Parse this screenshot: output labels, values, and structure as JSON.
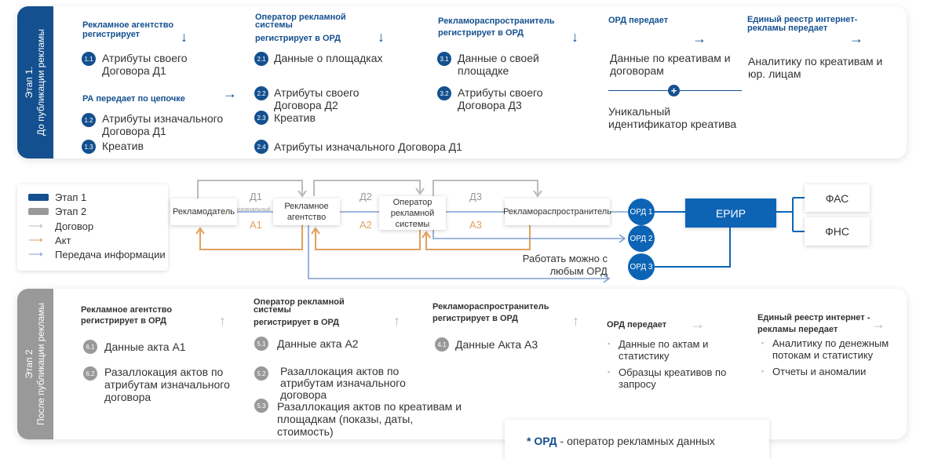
{
  "stage1": {
    "band": [
      "Этап 1.",
      "До публикации рекламы"
    ],
    "col1": {
      "heading": "Рекламное агентство регистрирует",
      "items": [
        {
          "num": "1.1",
          "text": "Атрибуты своего Договора Д1"
        },
        {
          "num": "1.2",
          "text": "Атрибуты изначального Договора Д1"
        },
        {
          "num": "1.3",
          "text": "Креатив"
        }
      ],
      "subheading": "РА передает по цепочке"
    },
    "col2": {
      "heading": "Оператор рекламной системы",
      "heading2": "регистрирует в ОРД",
      "items": [
        {
          "num": "2.1",
          "text": "Данные о площадках"
        },
        {
          "num": "2.2",
          "text": "Атрибуты своего Договора Д2"
        },
        {
          "num": "2.3",
          "text": "Креатив"
        },
        {
          "num": "2.4",
          "text": "Атрибуты изначального Договора Д1"
        }
      ]
    },
    "col3": {
      "heading": "Рекламораспространитель регистрирует в ОРД",
      "items": [
        {
          "num": "3.1",
          "text": "Данные о своей площадке"
        },
        {
          "num": "3.2",
          "text": "Атрибуты своего Договора Д3"
        }
      ]
    },
    "col4": {
      "heading": "ОРД передает",
      "text1": "Данные по креативам и договорам",
      "text2": "Уникальный идентификатор креатива"
    },
    "col5": {
      "heading": "Единый реестр интернет-рекламы передает",
      "text": "Аналитику по креативам и юр. лицам"
    }
  },
  "legend": {
    "items": [
      "Этап 1",
      "Этап 2",
      "Договор",
      "Акт",
      "Передача информации"
    ]
  },
  "flow": {
    "advertiser": "Рекламодатель",
    "agency": "Рекламное агентство",
    "operator": "Оператор рекламной системы",
    "distributor": "Рекламораспространитель",
    "d1": "Д1",
    "d1_note": "изначальный",
    "d2": "Д2",
    "d3": "Д3",
    "a1": "А1",
    "a2": "А2",
    "a3": "А3",
    "ord1": "ОРД 1",
    "ord2": "ОРД 2",
    "ord3": "ОРД 3",
    "erir": "ЕРИР",
    "fas": "ФАС",
    "fns": "ФНС",
    "note": "Работать можно с любым ОРД"
  },
  "stage2": {
    "band": [
      "Этап 2",
      "После публикации рекламы"
    ],
    "col1": {
      "heading": "Рекламное агентство регистрирует в ОРД",
      "items": [
        {
          "num": "6.1",
          "text": "Данные акта А1"
        },
        {
          "num": "6.2",
          "text": "Разаллокация актов по атрибутам изначального договора"
        }
      ]
    },
    "col2": {
      "heading": "Оператор рекламной системы",
      "heading2": "регистрирует в ОРД",
      "items": [
        {
          "num": "5.1",
          "text": "Данные акта А2"
        },
        {
          "num": "5.2",
          "text": "Разаллокация актов по атрибутам изначального договора"
        },
        {
          "num": "5.3",
          "text": "Разаллокация актов по креативам и площадкам (показы, даты, стоимость)"
        }
      ]
    },
    "col3": {
      "heading": "Рекламораспространитель регистрирует в ОРД",
      "items": [
        {
          "num": "4.1",
          "text": "Данные Акта А3"
        }
      ]
    },
    "col4": {
      "heading": "ОРД передает",
      "bullets": [
        "Данные по актам и статистику",
        "Образцы креативов по запросу"
      ]
    },
    "col5": {
      "heading": "Единый реестр интернет - рекламы передает",
      "bullets": [
        "Аналитику по денежным потокам и статистику",
        "Отчеты и аномалии"
      ]
    }
  },
  "footnote": {
    "term": "* ОРД",
    "text": " - оператор рекламных данных"
  },
  "colors": {
    "stage1": "#14508f",
    "stage2": "#999999",
    "contract": "#bbbbbb",
    "act": "#e0a060",
    "info": "#7f9fd0",
    "erir": "#0d64b5"
  }
}
